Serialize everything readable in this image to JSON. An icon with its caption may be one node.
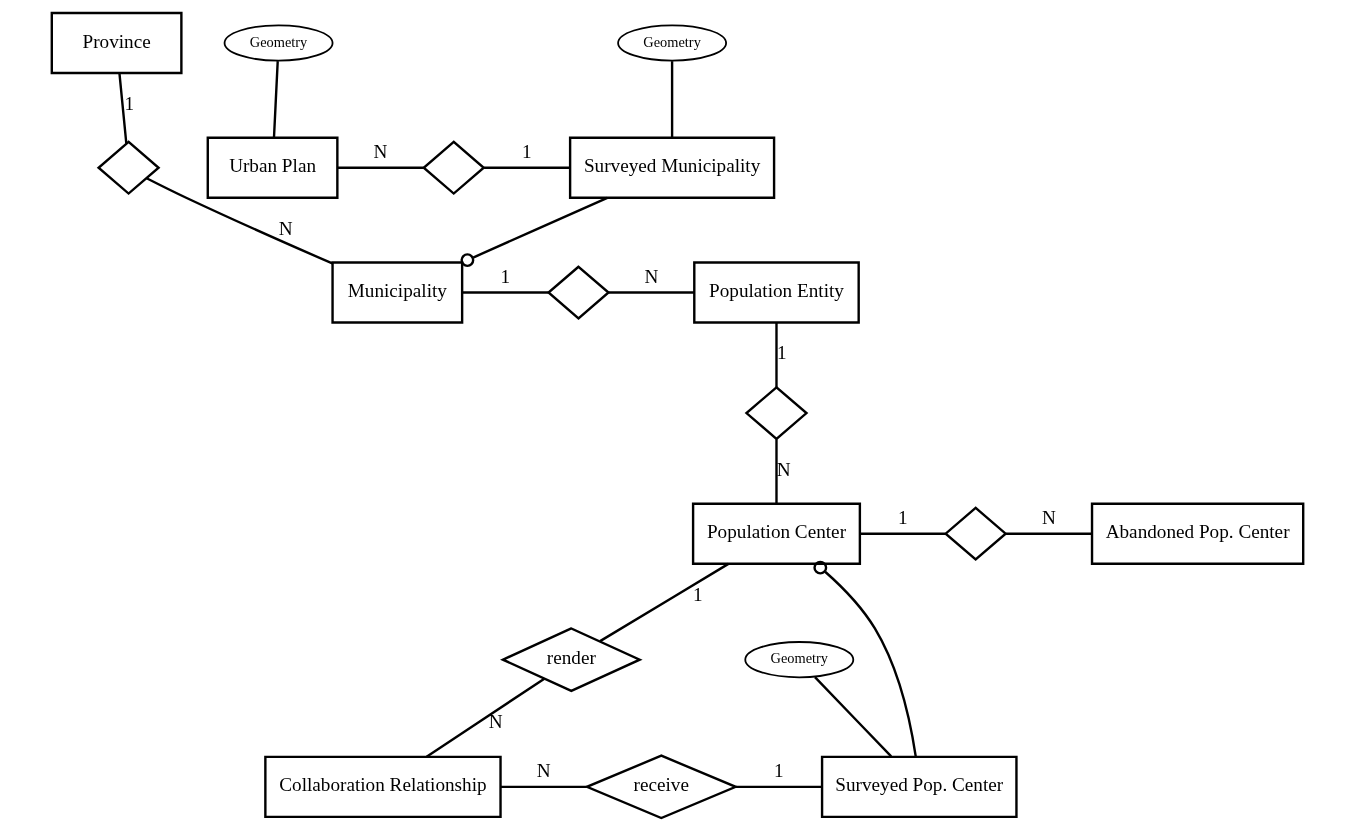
{
  "diagram": {
    "nodes": [
      {
        "text": [
          "Province"
        ]
      },
      {
        "text": [],
        "shape": "diamond"
      },
      {
        "text": [
          "Municipality"
        ]
      },
      {
        "text": [],
        "shape": "diamond"
      },
      {
        "text": [
          "Population Entity"
        ]
      },
      {
        "text": [
          "Geometry"
        ]
      },
      {
        "text": [
          "Geometry"
        ]
      },
      {
        "text": [
          "Urban Plan"
        ]
      },
      {
        "text": [],
        "shape": "diamond"
      },
      {
        "text": [
          "Surveyed Municipality"
        ]
      },
      {
        "text": [],
        "shape": "diamond"
      },
      {
        "text": [
          "Population Center"
        ]
      },
      {
        "text": [],
        "shape": "diamond"
      },
      {
        "text": [
          "Abandoned Pop. Center"
        ]
      },
      {
        "text": [
          "render"
        ]
      },
      {
        "text": [
          "Geometry"
        ]
      },
      {
        "text": [
          "Collaboration Relationship"
        ]
      },
      {
        "text": [
          "receive"
        ]
      },
      {
        "text": [
          "Surveyed Pop. Center"
        ]
      }
    ],
    "edges": [
      {
        "from": 0,
        "to": 1,
        "arrow": "none",
        "label": "1"
      },
      {
        "from": 1,
        "to": 2,
        "arrow": "none",
        "label": "N"
      },
      {
        "from": 2,
        "to": 3,
        "arrow": "none",
        "label": "1"
      },
      {
        "from": 3,
        "to": 4,
        "arrow": "none",
        "label": "N"
      },
      {
        "from": 5,
        "to": 7,
        "arrow": "none"
      },
      {
        "from": 9,
        "to": 2,
        "arrow": "other"
      },
      {
        "from": 6,
        "to": 9,
        "arrow": "none"
      },
      {
        "from": 7,
        "to": 8,
        "arrow": "none",
        "label": "N"
      },
      {
        "from": 8,
        "to": 9,
        "arrow": "none",
        "label": "1"
      },
      {
        "from": 4,
        "to": 10,
        "arrow": "none",
        "label": "1"
      },
      {
        "from": 10,
        "to": 11,
        "arrow": "none",
        "label": "N"
      },
      {
        "from": 11,
        "to": 12,
        "arrow": "none",
        "label": "1"
      },
      {
        "from": 12,
        "to": 13,
        "arrow": "none",
        "label": "N"
      },
      {
        "from": 11,
        "to": 14,
        "arrow": "none",
        "label": "1"
      },
      {
        "from": 14,
        "to": 16,
        "arrow": "none",
        "label": "N"
      },
      {
        "from": 18,
        "to": 11,
        "arrow": "other"
      },
      {
        "from": 15,
        "to": 18,
        "arrow": "none"
      },
      {
        "from": 16,
        "to": 17,
        "arrow": "none",
        "label": "N"
      },
      {
        "from": 17,
        "to": 18,
        "arrow": "none",
        "label": "1"
      }
    ]
  }
}
